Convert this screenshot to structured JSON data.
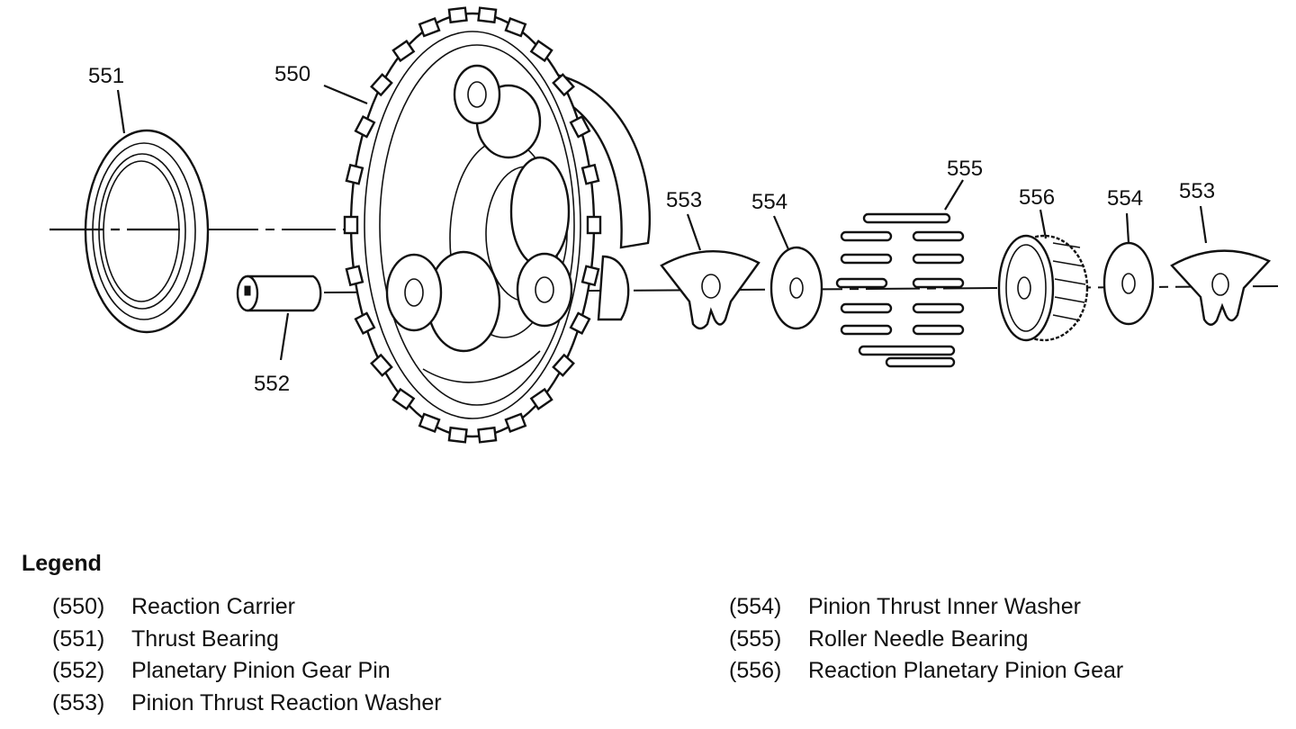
{
  "callouts": {
    "c550": "550",
    "c551": "551",
    "c552": "552",
    "c553a": "553",
    "c554a": "554",
    "c555": "555",
    "c556": "556",
    "c554b": "554",
    "c553b": "553"
  },
  "legend": {
    "title": "Legend",
    "left": [
      {
        "num": "(550)",
        "label": "Reaction Carrier"
      },
      {
        "num": "(551)",
        "label": "Thrust Bearing"
      },
      {
        "num": "(552)",
        "label": "Planetary Pinion Gear Pin"
      },
      {
        "num": "(553)",
        "label": "Pinion Thrust Reaction Washer"
      }
    ],
    "right": [
      {
        "num": "(554)",
        "label": "Pinion Thrust Inner Washer"
      },
      {
        "num": "(555)",
        "label": "Roller Needle Bearing"
      },
      {
        "num": "(556)",
        "label": "Reaction Planetary Pinion Gear"
      }
    ]
  }
}
